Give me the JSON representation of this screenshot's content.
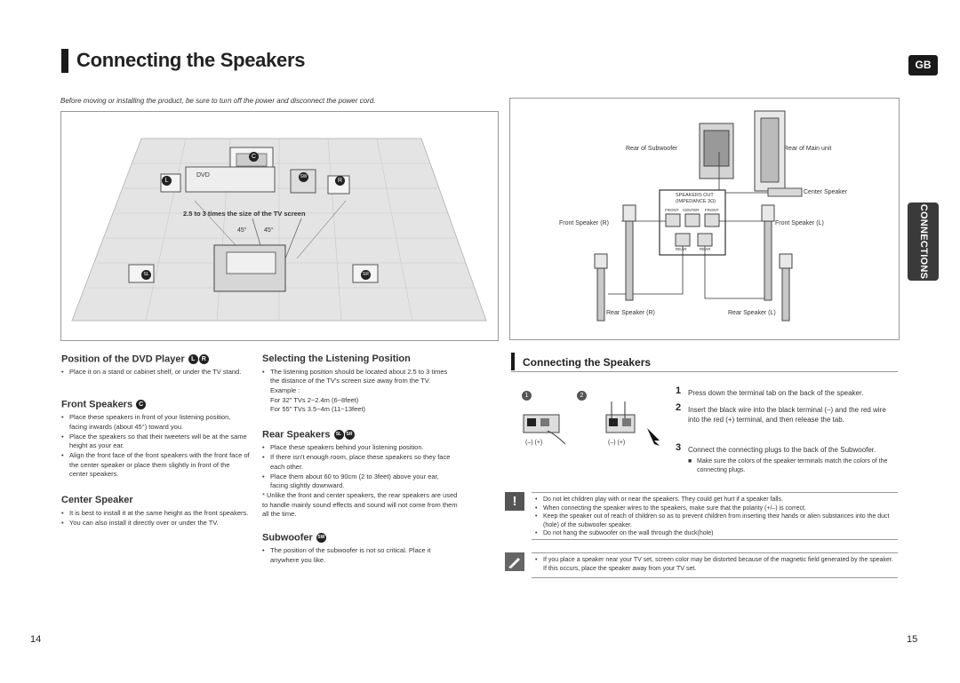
{
  "left_page": {
    "title": "Connecting the Speakers",
    "intro": "Before moving or installing the product, be sure to turn off the power and disconnect the power cord.",
    "diagram": {
      "dvd_label": "DVD",
      "distance_label": "2.5 to 3 times the size of the TV screen",
      "angle_left": "45°",
      "angle_right": "45°",
      "badges": {
        "c": "C",
        "l": "L",
        "sw": "SW",
        "r": "R",
        "sl": "SL",
        "sr": "SR"
      }
    },
    "sections": {
      "dvd_position": {
        "title": "Position of the DVD Player",
        "badges": [
          "L",
          "R"
        ],
        "items": [
          "Place it on a stand or cabinet shelf, or under the TV stand."
        ]
      },
      "front_speakers": {
        "title": "Front Speakers",
        "badge": "C",
        "items": [
          "Place these speakers in front of your listening position, facing inwards (about 45°) toward you.",
          "Place the speakers so that their tweeters will be at the same height as your ear.",
          "Align the front face of the front speakers with the front face of the center speaker or place them slightly in front of the center speakers."
        ]
      },
      "center_speaker": {
        "title": "Center Speaker",
        "items": [
          "It is best to install it at the same height as the front speakers.",
          "You can also install it directly over or under the TV."
        ]
      },
      "listening_position": {
        "title": "Selecting the Listening Position",
        "items": [
          "The listening position should be located about 2.5 to 3 times the distance of the TV's screen size away from the TV. Example :"
        ],
        "examples": [
          "For 32\" TVs 2~2.4m (6~8feet)",
          "For 55\" TVs 3.5~4m (11~13feet)"
        ]
      },
      "rear_speakers": {
        "title": "Rear Speakers",
        "badges": [
          "SL",
          "SR"
        ],
        "items": [
          "Place these speakers behind your listening position.",
          "If there isn't enough room, place these speakers so they face each other.",
          "Place them about 60 to 90cm (2 to 3feet) above your ear, facing slightly downward."
        ],
        "footnote": "* Unlike the front and center speakers, the rear speakers are used to handle mainly sound effects and sound will not come from them all the time."
      },
      "subwoofer": {
        "title": "Subwoofer",
        "badge": "SW",
        "items": [
          "The position of the subwoofer is not so critical. Place it anywhere you like."
        ]
      }
    },
    "page_number": "14"
  },
  "right_page": {
    "badge": "GB",
    "side_tab": "CONNECTIONS",
    "diagram": {
      "rear_of_subwoofer": "Rear of Subwoofer",
      "rear_of_main_unit": "Rear of Main unit",
      "center_speaker": "Center Speaker",
      "front_speaker_r": "Front Speaker (R)",
      "front_speaker_l": "Front Speaker (L)",
      "rear_speaker_r": "Rear Speaker (R)",
      "rear_speaker_l": "Rear Speaker (L)",
      "speakers_out": "SPEAKERS OUT",
      "impedance": "(IMPEDANCE 3Ω)",
      "front": "FRONT",
      "center": "CENTER",
      "rear": "REAR"
    },
    "title": "Connecting the Speakers",
    "figure_numbers": [
      "1",
      "2"
    ],
    "terminal_labels": [
      "(–) (+)",
      "(–) (+)"
    ],
    "steps": [
      {
        "num": "1",
        "text": "Press down the terminal tab on the back of the speaker."
      },
      {
        "num": "2",
        "text": "Insert the black wire into the black terminal (–) and the red wire into the red (+) terminal, and then release the tab."
      },
      {
        "num": "3",
        "text": "Connect the connecting plugs to the back of the Subwoofer."
      }
    ],
    "step3_note": "Make sure the colors of the speaker terminals match the colors of the connecting plugs.",
    "caution": [
      "Do not let children play with or near the speakers. They could get hurt if a speaker falls.",
      "When connecting the speaker wires to the speakers, make sure that the polarity (+/–) is correct.",
      "Keep the speaker out of reach of children so as to prevent children from inserting their hands or alien substances into the duct (hole) of the subwoofer speaker.",
      "Do not hang the subwoofer on the wall through the duck(hole)"
    ],
    "note": [
      "If you place a speaker near your TV set, screen color may be distorted because of the magnetic field generated by the speaker. If this occurs, place the speaker away from your TV set."
    ],
    "page_number": "15"
  }
}
